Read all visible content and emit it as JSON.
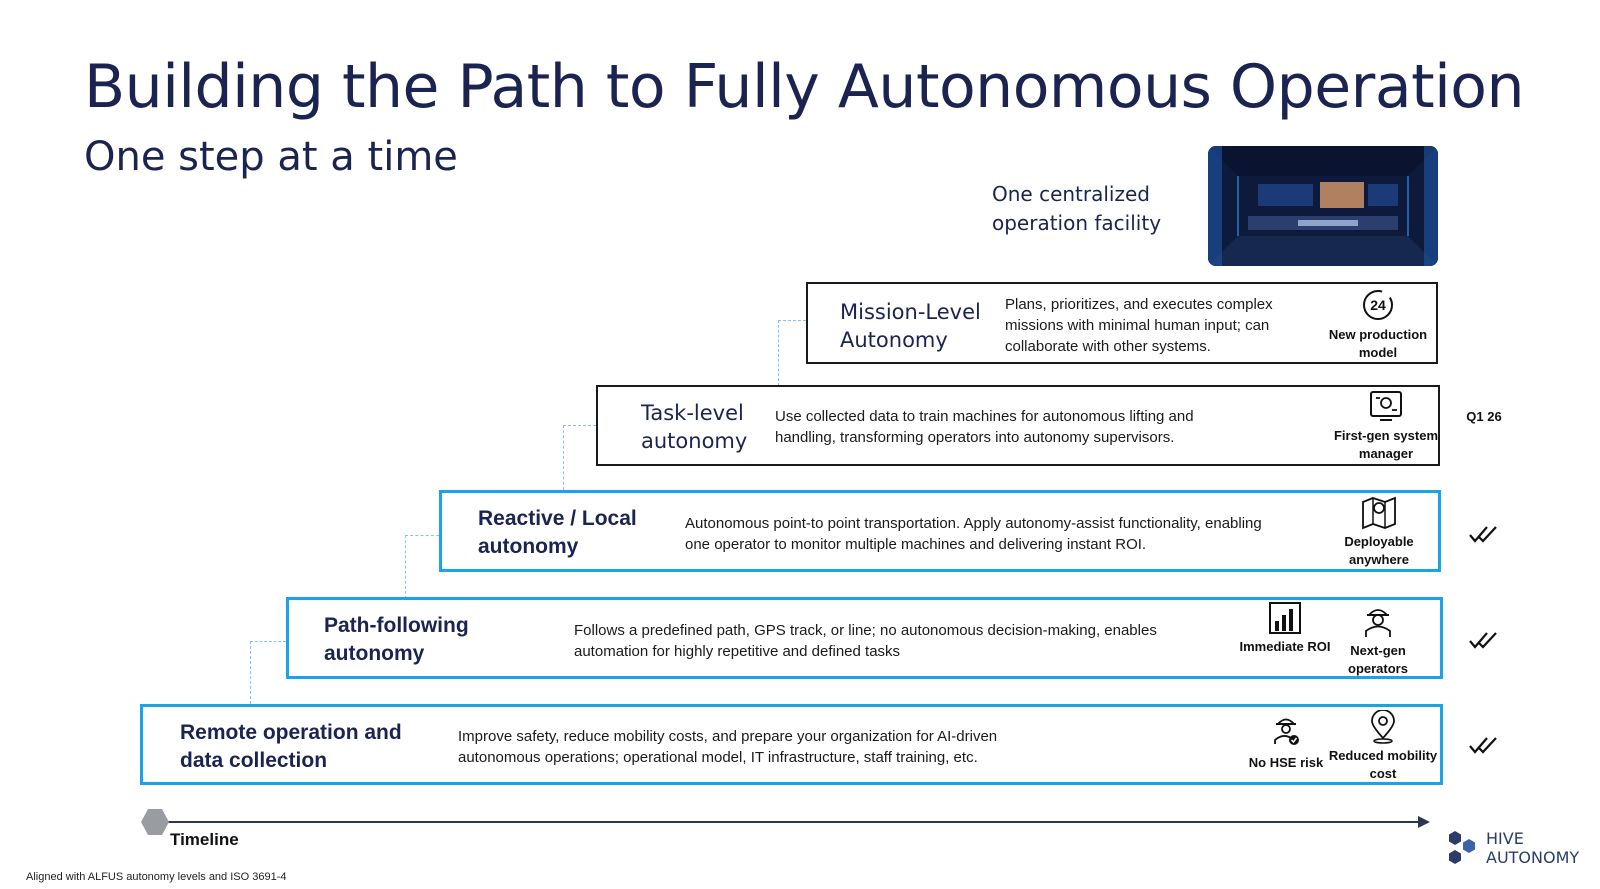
{
  "slide": {
    "title": "Building the Path to Fully Autonomous Operation",
    "subtitle": "One step at a time"
  },
  "facility": {
    "text": "One centralized operation facility"
  },
  "levels": [
    {
      "name": "Mission-Level Autonomy",
      "description": "Plans, prioritizes, and executes complex missions with minimal human input; can collaborate with other systems.",
      "benefits": [
        {
          "label": "New production model",
          "icon": "clock-24-hours-icon"
        }
      ],
      "status": ""
    },
    {
      "name": "Task-level autonomy",
      "description": "Use collected data to train machines for autonomous lifting and handling, transforming operators into autonomy supervisors.",
      "benefits": [
        {
          "label": "First-gen system manager",
          "icon": "system-manager-icon"
        }
      ],
      "status": "Q1 26"
    },
    {
      "name": "Reactive / Local autonomy",
      "description": "Autonomous point-to point transportation. Apply autonomy-assist functionality, enabling one operator to monitor multiple machines and delivering instant ROI.",
      "benefits": [
        {
          "label": "Deployable anywhere",
          "icon": "map-pin-icon"
        }
      ],
      "status": "done"
    },
    {
      "name": "Path-following autonomy",
      "description": "Follows a predefined path, GPS track, or line; no autonomous decision-making, enables automation for highly repetitive and defined tasks",
      "benefits": [
        {
          "label": "Immediate ROI",
          "icon": "bar-chart-icon"
        },
        {
          "label": "Next-gen operators",
          "icon": "operator-icon"
        }
      ],
      "status": "done"
    },
    {
      "name": "Remote operation and data collection",
      "description": "Improve safety, reduce mobility costs, and prepare your organization for AI-driven autonomous operations; operational model, IT infrastructure, staff training, etc.",
      "benefits": [
        {
          "label": "No HSE risk",
          "icon": "hard-hat-worker-icon"
        },
        {
          "label": "Reduced mobility cost",
          "icon": "location-pin-icon"
        }
      ],
      "status": "done"
    }
  ],
  "timeline": {
    "label": "Timeline"
  },
  "footnote": "Aligned with ALFUS autonomy levels and ISO 3691-4",
  "logo": {
    "line1": "HIVE",
    "line2": "AUTONOMY"
  },
  "colors": {
    "accent_blue": "#1aa3e8",
    "navy": "#1b2450",
    "connector": "#7fc6ee"
  }
}
